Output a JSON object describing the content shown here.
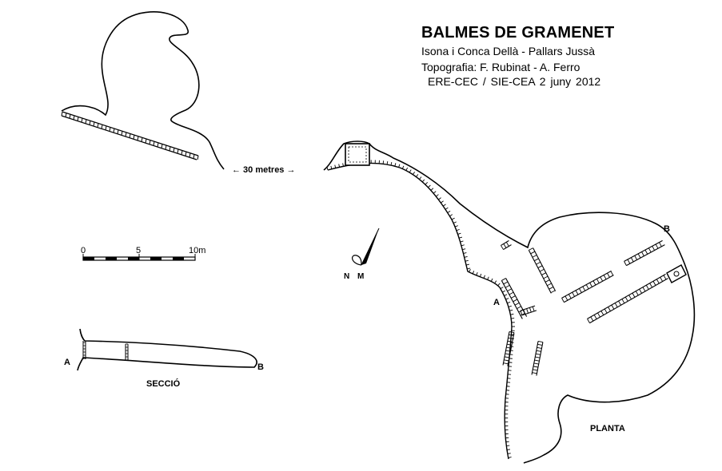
{
  "title": {
    "main": "BALMES DE GRAMENET",
    "location": "Isona i Conca Dellà - Pallars Jussà",
    "topography": "Topografia: F. Rubinat - A. Ferro",
    "credits": "ERE-CEC  /  SIE-CEA    2 juny 2012"
  },
  "distance_label": "← 30 metres →",
  "scale_bar": {
    "ticks": [
      "0",
      "5",
      "10m"
    ]
  },
  "north": {
    "label_n": "N",
    "label_m": "M"
  },
  "section": {
    "label": "SECCIÓ",
    "point_a": "A",
    "point_b": "B"
  },
  "plan": {
    "label": "PLANTA",
    "point_a": "A",
    "point_b": "B"
  },
  "colors": {
    "ink": "#000000",
    "paper": "#ffffff"
  }
}
